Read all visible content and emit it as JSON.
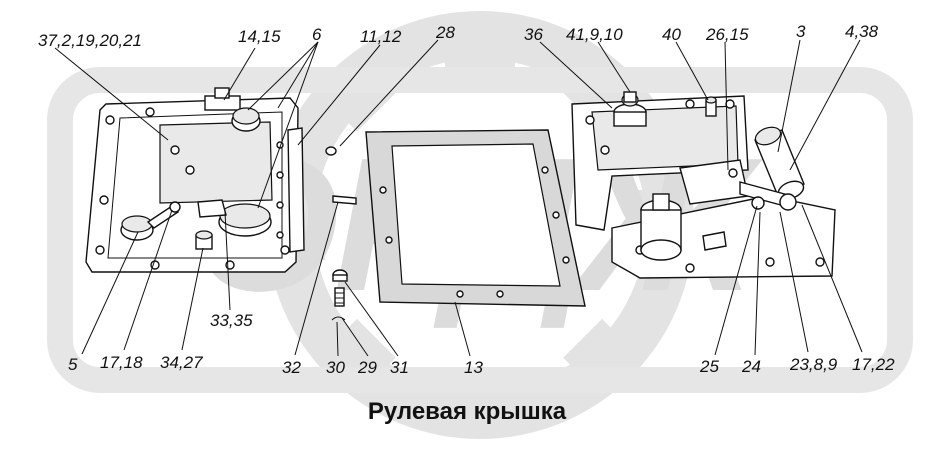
{
  "caption": "Рулевая крышка",
  "watermark_text": "ОРДЖ",
  "colors": {
    "ink": "#111111",
    "watermark": "#d6d6d6",
    "background": "#ffffff"
  },
  "callouts": [
    "37,2,19,20,21",
    "14,15",
    "6",
    "11,12",
    "28",
    "36",
    "41,9,10",
    "40",
    "26,15",
    "3",
    "4,38",
    "5",
    "17,18",
    "34,27",
    "33,35",
    "32",
    "30",
    "29",
    "31",
    "13",
    "25",
    "24",
    "23,8,9",
    "17,22"
  ]
}
